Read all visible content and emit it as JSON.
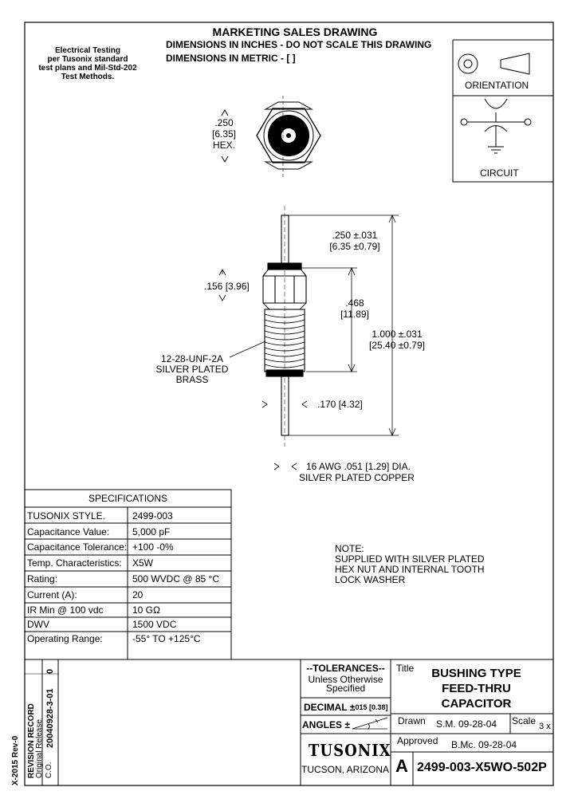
{
  "header": {
    "title": "MARKETING SALES DRAWING",
    "line2": "DIMENSIONS IN INCHES - DO NOT SCALE THIS DRAWING",
    "line3": "DIMENSIONS IN METRIC - [  ]"
  },
  "testing_note": [
    "Electrical Testing",
    "per Tusonix standard",
    "test plans and Mil-Std-202",
    "Test Methods."
  ],
  "orientation_label": "ORIENTATION",
  "circuit_label": "CIRCUIT",
  "dims": {
    "hex": [
      ".250",
      "[6.35]",
      "HEX."
    ],
    "top_lead": [
      ".250 ±.031",
      "[6.35 ±0.79]"
    ],
    "hex_height": ".156 [3.96]",
    "body_len": [
      ".468",
      "[11.89]"
    ],
    "overall": [
      "1.000 ±.031",
      "[25.40 ±0.79]"
    ],
    "thread": [
      "12-28-UNF-2A",
      "SILVER PLATED",
      "BRASS"
    ],
    "lead_dia": ".170 [4.32]",
    "wire": [
      "16 AWG .051 [1.29] DIA.",
      "SILVER PLATED COPPER"
    ]
  },
  "note": [
    "NOTE:",
    "SUPPLIED WITH SILVER PLATED",
    "HEX NUT AND INTERNAL TOOTH",
    "LOCK WASHER"
  ],
  "specs": {
    "title": "SPECIFICATIONS",
    "rows": [
      {
        "label": "TUSONIX STYLE.",
        "value": "2499-003"
      },
      {
        "label": "Capacitance Value:",
        "value": "5,000 pF"
      },
      {
        "label": "Capacitance Tolerance:",
        "value": "+100  -0%"
      },
      {
        "label": "Temp. Characteristics:",
        "value": "X5W"
      },
      {
        "label": "Rating:",
        "value": "500 WVDC @ 85 °C"
      },
      {
        "label": "Current  (A):",
        "value": "20"
      },
      {
        "label": "IR Min @ 100 vdc",
        "value": "10 GΩ"
      },
      {
        "label": "DWV",
        "value": "1500 VDC"
      },
      {
        "label": "Operating Range:",
        "value": "-55° TO +125°C"
      }
    ]
  },
  "revision": {
    "form": "X-2015 Rev-0",
    "record_label": "REVISION RECORD",
    "rev": "0",
    "original_release": "Original Release",
    "co_label": "C.O.",
    "co_number": "20040928-3-01"
  },
  "title_block": {
    "tolerances": "--TOLERANCES--",
    "unless": "Unless Otherwise",
    "specified": "Specified",
    "decimal_label": "DECIMAL ±",
    "decimal_value": ".015 [0.38]",
    "angles_label": "ANGLES ±",
    "company": "TUSONIX",
    "location": "TUCSON, ARIZONA",
    "title_label": "Title",
    "title_lines": [
      "BUSHING TYPE",
      "FEED-THRU",
      "CAPACITOR"
    ],
    "scale_label": "Scale",
    "scale_value": "3 x",
    "drawn_label": "Drawn",
    "drawn_value": "S.M. 09-28-04",
    "approved_label": "Approved",
    "approved_value": "B.Mc. 09-28-04",
    "size": "A",
    "part_number": "2499-003-X5WO-502P"
  }
}
